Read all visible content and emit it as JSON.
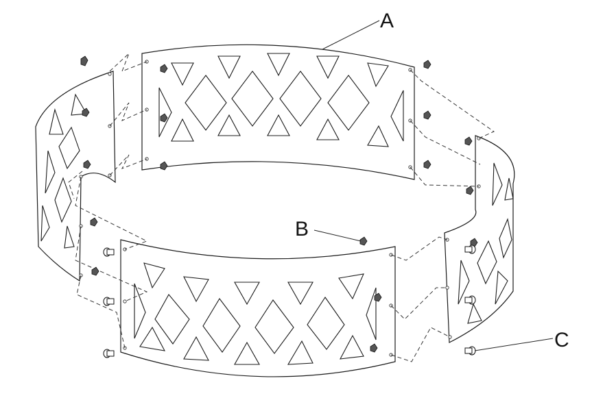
{
  "diagram": {
    "callouts": [
      {
        "id": "A",
        "label": "A"
      },
      {
        "id": "B",
        "label": "B"
      },
      {
        "id": "C",
        "label": "C"
      }
    ],
    "parts": [
      "back-panel",
      "front-panel",
      "left-panel",
      "right-panel",
      "nut",
      "bolt"
    ],
    "colors": {
      "line": "#1a1a1a",
      "background": "#ffffff"
    }
  }
}
